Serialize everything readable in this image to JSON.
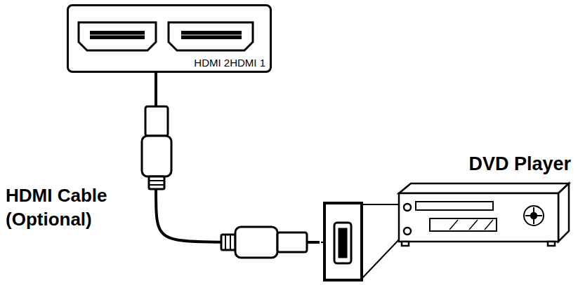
{
  "diagram": {
    "nodes": [
      {
        "text": [
          "HDMI 2HDMI 1"
        ]
      },
      {
        "text": [
          "DVD Player"
        ]
      }
    ],
    "edges": [
      {
        "from": 0,
        "to": 1,
        "arrow": "none"
      }
    ],
    "labels": [
      "HDMI Cable (Optional)"
    ]
  }
}
